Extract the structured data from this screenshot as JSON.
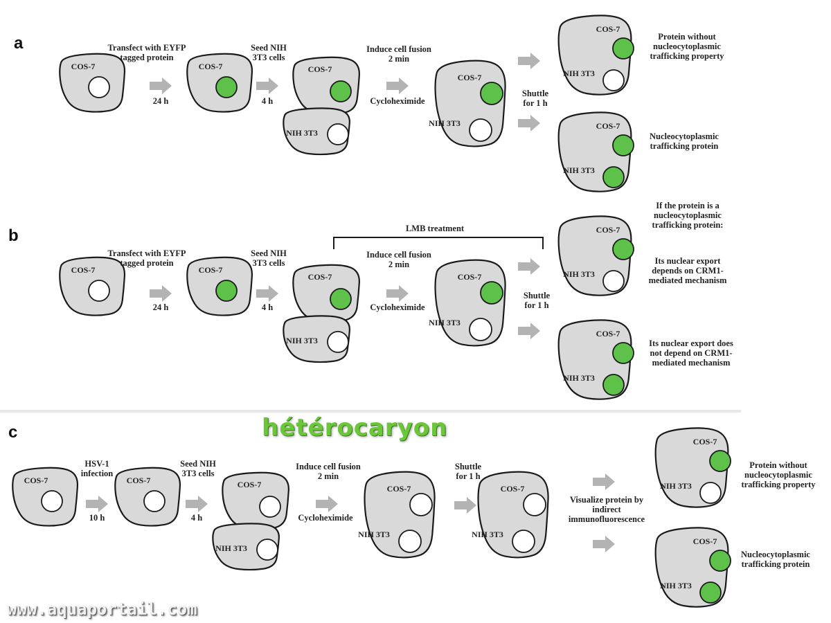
{
  "panels": {
    "a": {
      "letter": "a",
      "steps": [
        {
          "top": "Transfect with EYFP",
          "top2": "tagged protein",
          "bottom": "24 h"
        },
        {
          "top": "Seed NIH",
          "top2": "3T3 cells",
          "bottom": "4 h"
        },
        {
          "top": "Induce cell fusion",
          "top2": "2 min",
          "bottom": "Cycloheximide"
        }
      ],
      "shuttle": [
        "Shuttle",
        "for 1 h"
      ],
      "outcomes": [
        [
          "Protein without",
          "nucleocytoplasmic",
          "trafficking property"
        ],
        [
          "Nucleocytoplasmic",
          "trafficking protein"
        ]
      ]
    },
    "b": {
      "letter": "b",
      "bracket_label": "LMB treatment",
      "steps": [
        {
          "top": "Transfect with EYFP",
          "top2": "tagged protein",
          "bottom": "24 h"
        },
        {
          "top": "Seed NIH",
          "top2": "3T3 cells",
          "bottom": "4 h"
        },
        {
          "top": "Induce cell fusion",
          "top2": "2 min",
          "bottom": "Cycloheximide"
        }
      ],
      "shuttle": [
        "Shuttle",
        "for 1 h"
      ],
      "outcomes": [
        [
          "If the protein is a",
          "nucleocytoplasmic",
          "trafficking protein:",
          "Its nuclear export",
          "depends on CRM1-",
          "mediated mechanism"
        ],
        [
          "Its nuclear export  does",
          "not depend on CRM1-",
          "mediated mechanism"
        ]
      ]
    },
    "c": {
      "letter": "c",
      "steps": [
        {
          "top": "HSV-1",
          "top2": "infection",
          "bottom": "10 h"
        },
        {
          "top": "Seed NIH",
          "top2": "3T3 cells",
          "bottom": "4 h"
        },
        {
          "top": "Induce cell fusion",
          "top2": "2 min",
          "bottom": "Cycloheximide"
        },
        {
          "top": "Shuttle",
          "top2": "for 1 h",
          "bottom": ""
        }
      ],
      "visualize": [
        "Visualize protein by",
        "indirect",
        "immunofluorescence"
      ],
      "outcomes": [
        [
          "Protein without",
          "nucleocytoplasmic",
          "trafficking property"
        ],
        [
          "Nucleocytoplasmic",
          "trafficking protein"
        ]
      ]
    }
  },
  "cell_labels": {
    "cos7": "COS-7",
    "nih": "NIH 3T3"
  },
  "overlay_title": "hétérocaryon",
  "watermark": "www.aquaportail.com",
  "colors": {
    "green_nucleus": "#5ec24a",
    "cell_fill": "#d9d9d9",
    "arrow": "#b3b3b3",
    "overlay": "#6bc63a"
  }
}
